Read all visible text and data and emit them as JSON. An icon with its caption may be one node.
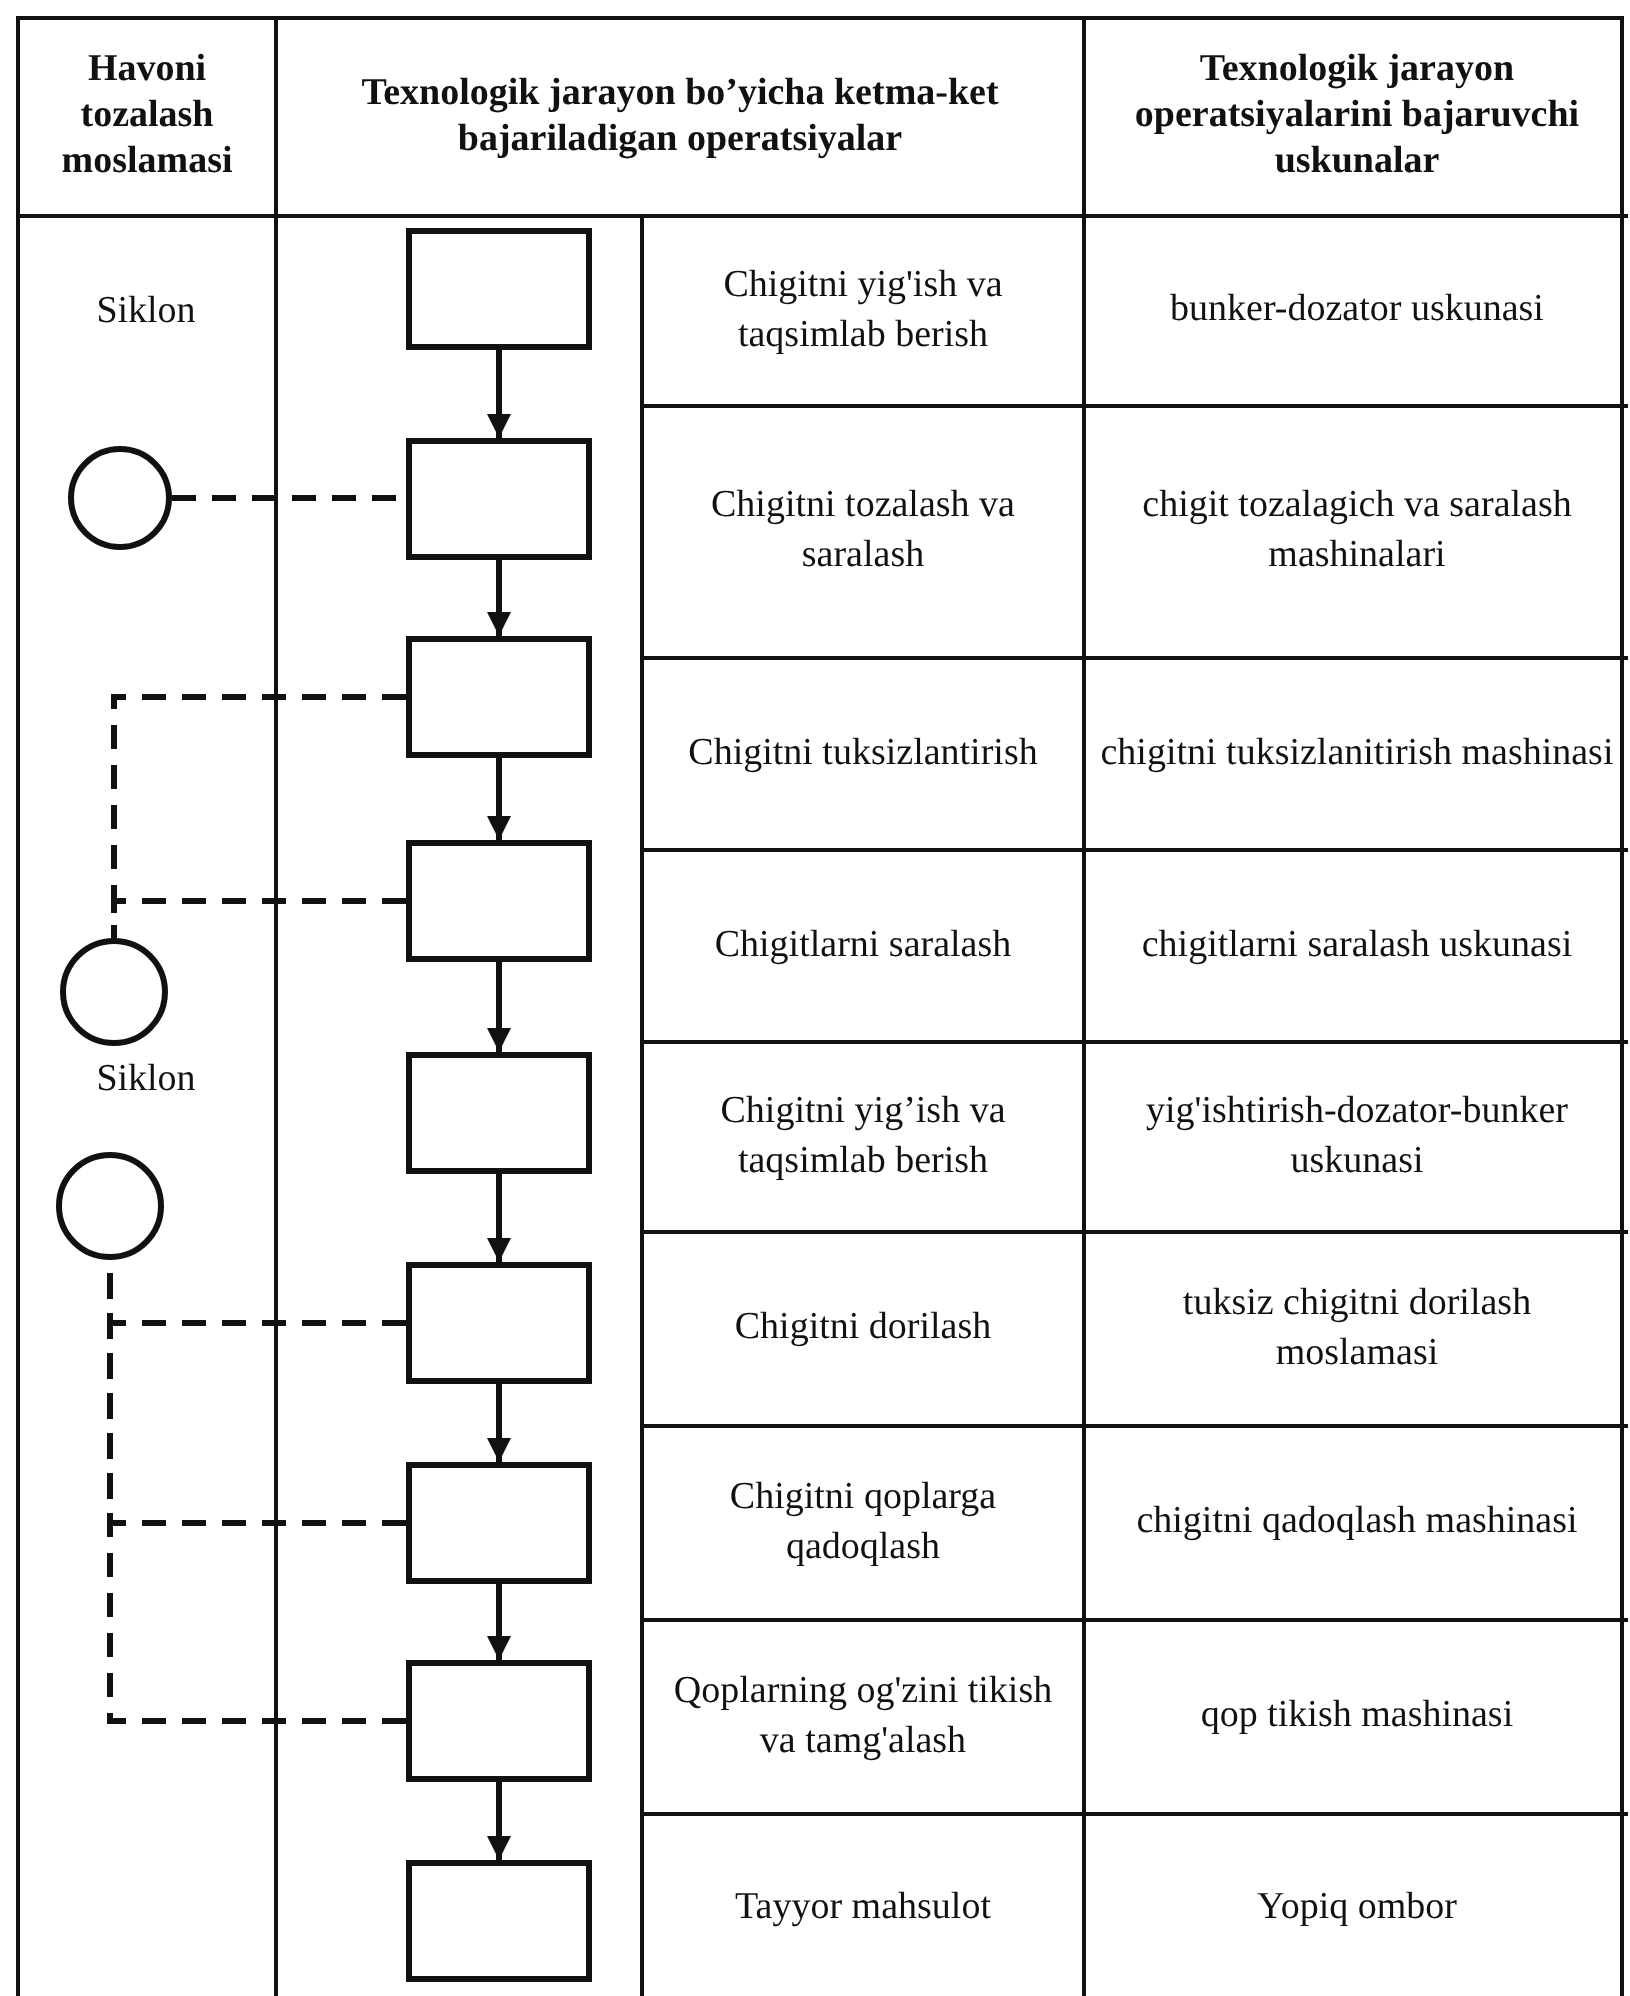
{
  "diagram": {
    "nodes": [
      {
        "text": [],
        "shape": "box"
      },
      {
        "text": [],
        "shape": "box"
      },
      {
        "text": [],
        "shape": "box"
      },
      {
        "text": [],
        "shape": "box"
      },
      {
        "text": [],
        "shape": "box"
      },
      {
        "text": [],
        "shape": "box"
      },
      {
        "text": [],
        "shape": "box"
      },
      {
        "text": [],
        "shape": "box"
      },
      {
        "text": [],
        "shape": "box"
      },
      {
        "text": [],
        "shape": "circle"
      },
      {
        "text": [],
        "shape": "circle"
      },
      {
        "text": [],
        "shape": "circle"
      }
    ],
    "edges": [
      {
        "from": 0,
        "to": 1,
        "arrow": "to"
      },
      {
        "from": 1,
        "to": 2,
        "arrow": "to"
      },
      {
        "from": 2,
        "to": 3,
        "arrow": "to"
      },
      {
        "from": 3,
        "to": 4,
        "arrow": "to"
      },
      {
        "from": 4,
        "to": 5,
        "arrow": "to"
      },
      {
        "from": 5,
        "to": 6,
        "arrow": "to"
      },
      {
        "from": 6,
        "to": 7,
        "arrow": "to"
      },
      {
        "from": 7,
        "to": 8,
        "arrow": "to"
      },
      {
        "from": 9,
        "to": 1,
        "arrow": "none",
        "style": "dashed"
      },
      {
        "from": 2,
        "to": 10,
        "arrow": "none",
        "style": "dashed"
      },
      {
        "from": 3,
        "to": 10,
        "arrow": "none",
        "style": "dashed"
      },
      {
        "from": 5,
        "to": 11,
        "arrow": "none",
        "style": "dashed"
      },
      {
        "from": 6,
        "to": 11,
        "arrow": "none",
        "style": "dashed"
      },
      {
        "from": 7,
        "to": 11,
        "arrow": "none",
        "style": "dashed"
      }
    ],
    "labels": [
      "Havoni tozalash moslamasi",
      "Texnologik jarayon bo’yicha ketma-ket bajariladigan operatsiyalar",
      "Texnologik jarayon operatsiyalarini bajaruvchi uskunalar",
      "Siklon",
      "Chigitni yig'ish va taqsimlab berish",
      "bunker-dozator uskunasi",
      "Chigitni tozalash va saralash",
      "chigit tozalagich va saralash mashinalari",
      "Chigitni tuksizlantirish",
      "chigitni tuksizlanitirish mashinasi",
      "Chigitlarni saralash",
      "chigitlarni saralash uskunasi",
      "Siklon",
      "Chigitni yig’ish va taqsimlab berish",
      "yig'ishtirish-dozator-bunker uskunasi",
      "Chigitni dorilash",
      "tuksiz chigitni dorilash moslamasi",
      "Chigitni qoplarga qadoqlash",
      "chigitni qadoqlash mashinasi",
      "Qoplarning og'zini tikish va tamg'alash",
      "qop tikish mashinasi",
      "Tayyor mahsulot",
      "Yopiq ombor"
    ]
  }
}
